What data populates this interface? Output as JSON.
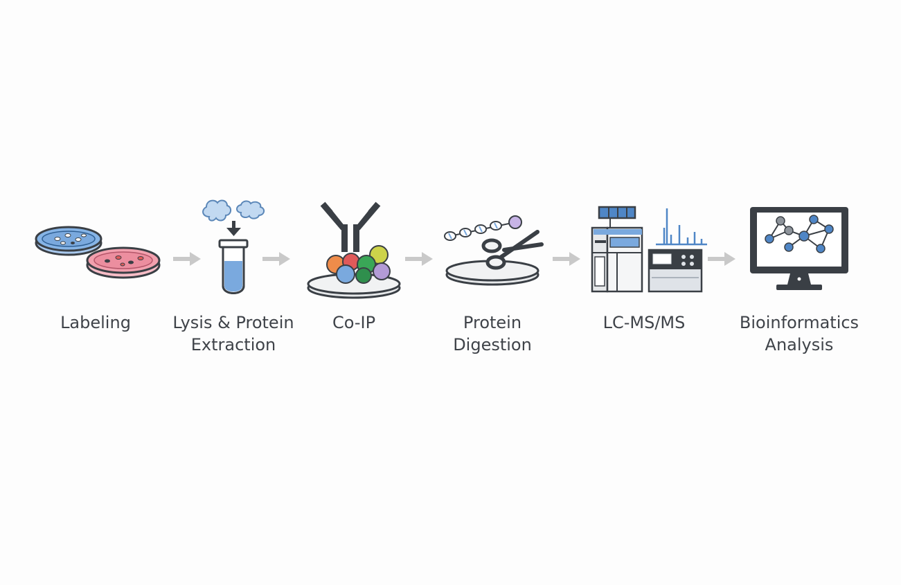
{
  "workflow": {
    "steps": [
      {
        "label": "Labeling",
        "icon": "petri-dishes-icon"
      },
      {
        "label": "Lysis & Protein\nExtraction",
        "icon": "test-tube-icon"
      },
      {
        "label": "Co-IP",
        "icon": "antibody-beads-icon"
      },
      {
        "label": "Protein Digestion",
        "icon": "scissors-peptide-icon"
      },
      {
        "label": "LC-MS/MS",
        "icon": "mass-spectrometer-icon"
      },
      {
        "label": "Bioinformatics\nAnalysis",
        "icon": "computer-network-icon"
      }
    ],
    "colors": {
      "outline": "#3a3f45",
      "arrow": "#c9c9c9",
      "blue": "#7aa9de",
      "pink": "#f2a0ae",
      "green": "#3aa657",
      "orange": "#ef8c4a",
      "purple": "#b39bd6",
      "yellow": "#cdd34a",
      "red": "#e05a5a"
    }
  }
}
